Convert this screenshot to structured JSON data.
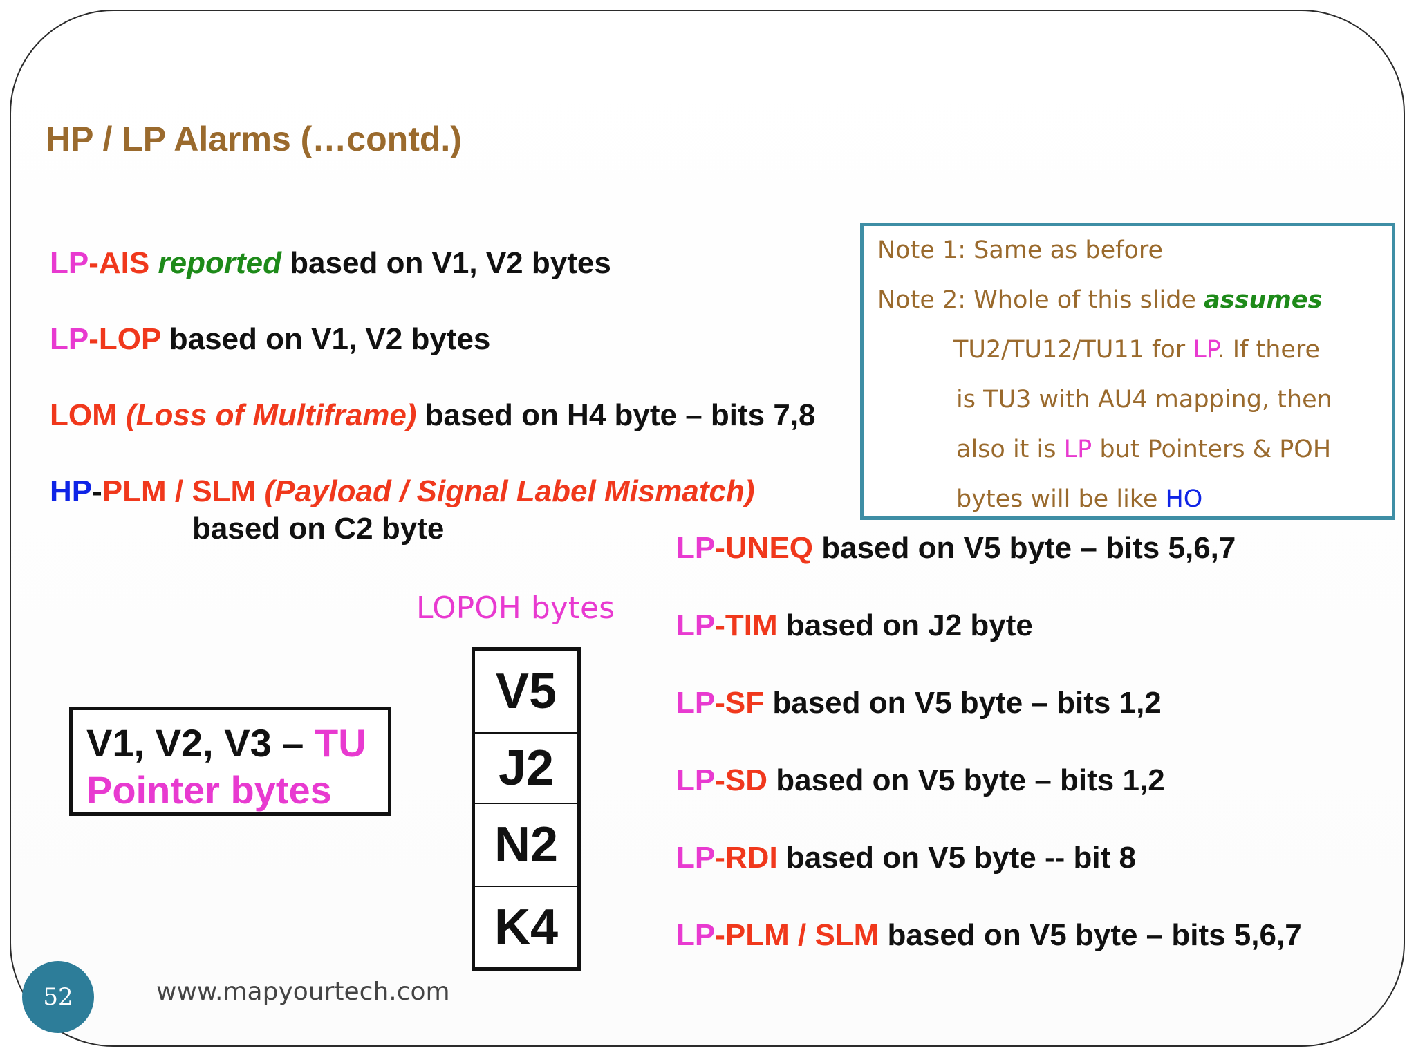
{
  "slide": {
    "title": "HP / LP Alarms (…contd.)",
    "left_items": {
      "item1": {
        "lp": "LP",
        "rest": "-AIS",
        "reported": "reported",
        "tail": " based on V1, V2 bytes"
      },
      "item2": {
        "lp": "LP",
        "rest": "-LOP",
        "tail": "  based on V1, V2 bytes"
      },
      "item3": {
        "lom": "LOM",
        "paren": "(Loss of Multiframe)",
        "tail": " based on H4 byte – bits 7,8"
      },
      "item4": {
        "hp": "HP",
        "dash": "-",
        "rest": "PLM / SLM",
        "paren": "(Payload / Signal Label Mismatch)",
        "tail": "based on C2 byte"
      }
    },
    "note_box": {
      "line1": "Note 1: Same as before",
      "line2_prefix": "Note 2: Whole of this slide ",
      "line2_emph": "assumes",
      "line3_prefix": "TU2/TU12/TU11 for ",
      "line3_lp": "LP",
      "line3_suffix": ". If there",
      "line4": "is TU3 with AU4 mapping, then",
      "line5_prefix": "also it is ",
      "line5_lp": "LP",
      "line5_suffix": " but Pointers & POH",
      "line6_prefix": "bytes will be like ",
      "line6_ho": "HO"
    },
    "right_items": [
      {
        "lp": "LP",
        "rest": "-UNEQ",
        "tail": " based on V5 byte – bits 5,6,7"
      },
      {
        "lp": "LP",
        "rest": "-TIM",
        "tail": " based on J2 byte"
      },
      {
        "lp": "LP",
        "rest": "-SF",
        "tail": "  based on V5 byte  – bits 1,2"
      },
      {
        "lp": "LP",
        "rest": "-SD",
        "tail": "  based on V5 byte  – bits 1,2"
      },
      {
        "lp": "LP",
        "rest": "-RDI",
        "tail": " based on V5 byte -- bit 8"
      },
      {
        "lp": "LP",
        "rest": "-PLM / SLM",
        "tail": "  based on V5 byte – bits 5,6,7"
      }
    ],
    "tu_box": {
      "line1_prefix": "V1, V2, V3 – ",
      "line1_tu": "TU",
      "line2": "Pointer bytes"
    },
    "lopoh": {
      "label": "LOPOH bytes",
      "bytes": [
        "V5",
        "J2",
        "N2",
        "K4"
      ]
    },
    "footer": {
      "page_number": "52",
      "url": "www.mapyourtech.com"
    },
    "colors": {
      "title": "#9a6a2d",
      "magenta": "#e83ad0",
      "red": "#f0381c",
      "green": "#1d8a19",
      "blue": "#0f24e6",
      "note_border": "#3e8ea5",
      "footer_circle": "#2d7d99"
    }
  }
}
